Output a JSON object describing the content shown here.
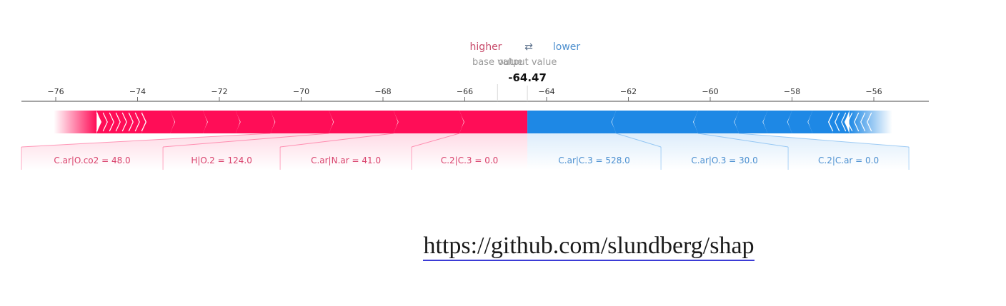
{
  "chart_data": {
    "type": "force_plot",
    "legend": {
      "higher": "higher",
      "arrows": "⇄",
      "lower": "lower"
    },
    "base_value_label": "base value",
    "output_value_label": "output value",
    "base_value": -65.2,
    "output_value": -64.47,
    "output_value_text": "-64.47",
    "xlim": [
      -77.0,
      -55.0
    ],
    "ticks": [
      -76,
      -74,
      -72,
      -70,
      -68,
      -66,
      -64,
      -62,
      -60,
      -58,
      -56
    ],
    "tick_labels": [
      "−76",
      "−74",
      "−72",
      "−70",
      "−68",
      "−66",
      "−64",
      "−62",
      "−60",
      "−58",
      "−56"
    ],
    "higher_features": [
      {
        "label": "C.2|C.3 = 0.0",
        "start": -64.47,
        "end": -66.13
      },
      {
        "label": "C.ar|N.ar = 41.0",
        "start": -66.13,
        "end": -67.74
      },
      {
        "label": "H|O.2 = 124.0",
        "start": -67.74,
        "end": -69.32
      },
      {
        "label": "C.ar|O.co2 = 48.0",
        "start": -69.32,
        "end": -70.75
      },
      {
        "start": -70.75,
        "end": -71.6
      },
      {
        "start": -71.6,
        "end": -72.4
      },
      {
        "start": -72.4,
        "end": -73.2
      },
      {
        "start": -73.2,
        "end": -73.9
      },
      {
        "start": -73.9,
        "end": -75.0
      }
    ],
    "lower_features": [
      {
        "label": "C.ar|C.3 = 528.0",
        "start": -64.47,
        "end": -62.3
      },
      {
        "label": "C.ar|O.3 = 30.0",
        "start": -62.3,
        "end": -60.3
      },
      {
        "label": "C.2|C.ar = 0.0",
        "start": -60.3,
        "end": -59.3
      },
      {
        "start": -59.3,
        "end": -58.6
      },
      {
        "start": -58.6,
        "end": -58.0
      },
      {
        "start": -58.0,
        "end": -57.5
      },
      {
        "start": -57.5,
        "end": -57.0
      },
      {
        "start": -57.0,
        "end": -56.6
      }
    ],
    "colors": {
      "higher": "#ff0d57",
      "lower": "#1e88e5"
    }
  },
  "link": {
    "text": "https://github.com/slundberg/shap"
  }
}
